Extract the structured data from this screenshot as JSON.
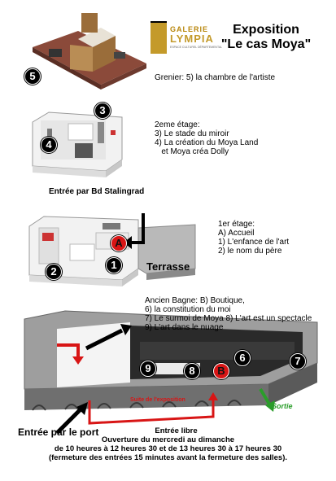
{
  "logo": {
    "line1": "GALERIE",
    "line2": "LYMPIA",
    "line3": "ESPACE CULTUREL DÉPARTEMENTAL"
  },
  "title": {
    "line1": "Exposition",
    "line2": "\"Le cas Moya\""
  },
  "grenier": {
    "text": "Grenier: 5) la chambre de l'artiste"
  },
  "etage2": {
    "lines": [
      "2eme étage:",
      "3) Le stade du miroir",
      "4) La création du Moya Land",
      "   et Moya créa Dolly"
    ]
  },
  "etage1": {
    "lines": [
      "1er étage:",
      "A) Accueil",
      "1) L'enfance de l'art",
      "2) le nom du père"
    ]
  },
  "entree_stalingrad": "Entrée par Bd Stalingrad",
  "terrasse": "Terrasse",
  "bagne": {
    "lines": [
      "Ancien Bagne: B) Boutique,",
      "6) la constitution du moi",
      "7) Le surmoi de Moya 8) L'art est un spectacle",
      "9) L'art dans le nuage"
    ]
  },
  "suite": "Suite de l'exposition",
  "sortie": "Sortie",
  "entree_port": "Entrée par le port",
  "footer": {
    "line1": "Entrée libre",
    "line2": "Ouverture du mercredi au dimanche",
    "line3": "de 10 heures à 12 heures 30 et de 13 heures 30 à 17 heures 30",
    "line4": "(fermeture des entrées 15 minutes avant la fermeture des salles)."
  },
  "badges": {
    "b5": "5",
    "b3": "3",
    "b4": "4",
    "bA": "A",
    "b1": "1",
    "b2": "2",
    "b9": "9",
    "b8": "8",
    "bB": "B",
    "b6": "6",
    "b7": "7"
  },
  "colors": {
    "red": "#d81515",
    "green": "#2a9d2a",
    "wall": "#f2f2f2",
    "roof": "#8b4a3a"
  }
}
